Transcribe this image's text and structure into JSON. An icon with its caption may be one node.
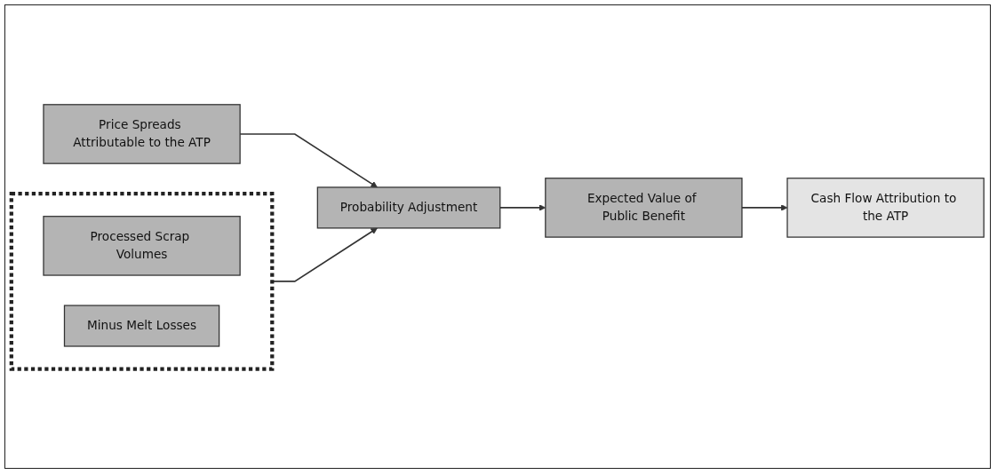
{
  "diagram": {
    "nodes": [
      {
        "text": [],
        "shape": "box"
      },
      {
        "text": [
          "Processed Scrap Volumes"
        ],
        "in": 0
      },
      {
        "text": [
          "Minus Melt Losses"
        ],
        "in": 0
      },
      {
        "text": [
          "Price Spreads Attributable to the ATP"
        ]
      },
      {
        "text": [
          "Probability Adjustment"
        ]
      },
      {
        "text": [
          "Expected Value of Public Benefit"
        ]
      },
      {
        "text": [
          "Cash Flow Attribution to the ATP"
        ]
      }
    ],
    "edges": [
      {
        "from": 0,
        "to": 4,
        "arrow": "to"
      },
      {
        "from": 3,
        "to": 4,
        "arrow": "to"
      },
      {
        "from": 4,
        "to": 5,
        "arrow": "to"
      },
      {
        "from": 5,
        "to": 6,
        "arrow": "to"
      }
    ]
  }
}
